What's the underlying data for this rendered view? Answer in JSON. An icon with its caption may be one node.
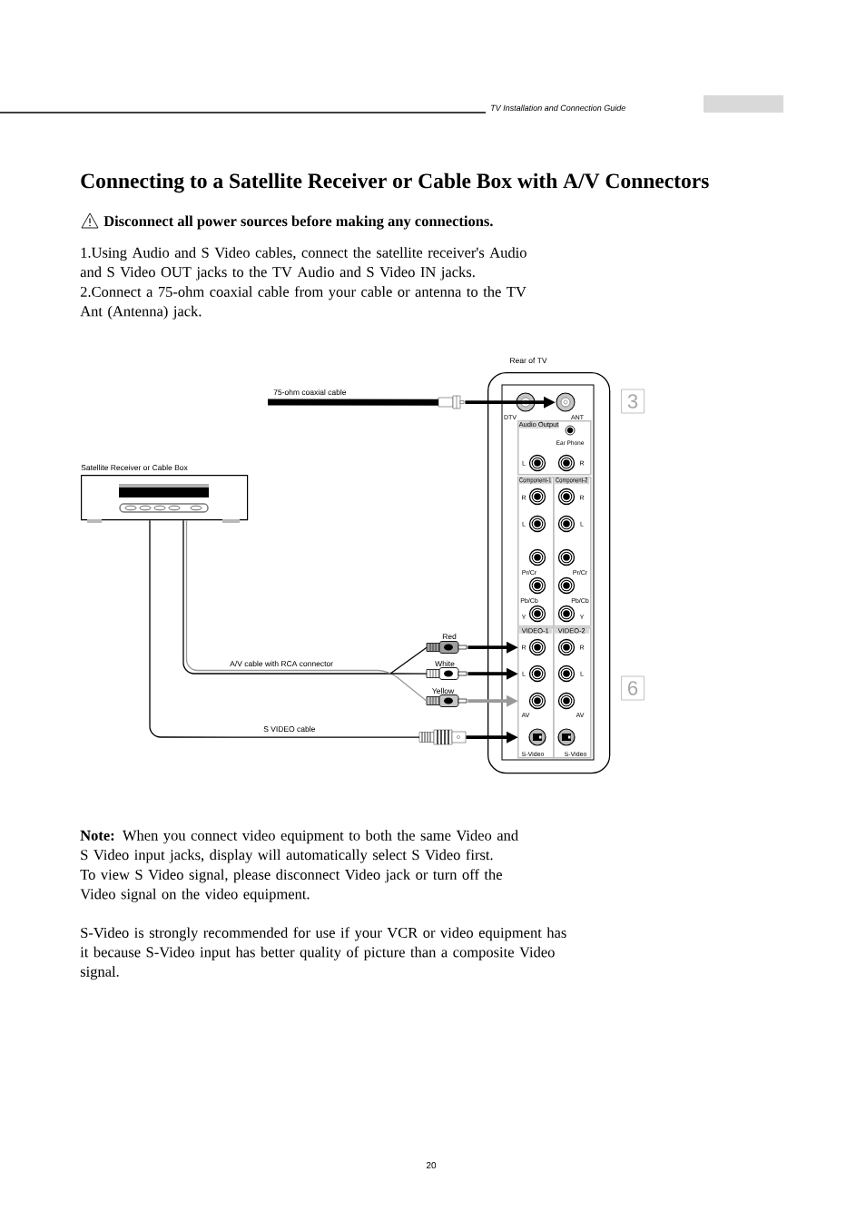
{
  "diagram": {
    "title": "Connecting to a Satellite Receiver or Cable Box with A/V Connectors",
    "nodes": [
      {
        "text": [
          "Satellite Receiver or Cable Box"
        ]
      },
      {
        "text": [
          "Rear of TV"
        ]
      },
      {
        "text": [
          "ANT"
        ],
        "in": 1
      },
      {
        "text": [
          "Audio Output"
        ],
        "in": 1
      },
      {
        "text": [
          "Component-1"
        ],
        "in": 1
      },
      {
        "text": [
          "Component-2"
        ],
        "in": 1
      },
      {
        "text": [
          "VIDEO-1"
        ],
        "in": 1
      },
      {
        "text": [
          "VIDEO-2"
        ],
        "in": 1
      },
      {
        "text": [
          "R"
        ],
        "in": 6
      },
      {
        "text": [
          "L"
        ],
        "in": 6
      },
      {
        "text": [
          "AV"
        ],
        "in": 6
      },
      {
        "text": [
          "S-Video"
        ],
        "in": 6
      },
      {
        "text": [],
        "shape": "plug"
      },
      {
        "text": [
          "Red"
        ]
      },
      {
        "text": [
          "White"
        ]
      },
      {
        "text": [
          "Yellow"
        ]
      },
      {
        "text": [],
        "shape": "plug"
      }
    ],
    "edges": [
      {
        "from": null,
        "to": 12,
        "arrow": "none",
        "label": "75-ohm coaxial cable",
        "style": "thick"
      },
      {
        "from": 12,
        "to": 2,
        "arrow": "to"
      },
      {
        "from": 0,
        "to": 13,
        "arrow": "none",
        "label": "A/V cable with RCA connector"
      },
      {
        "from": 0,
        "to": 14,
        "arrow": "none"
      },
      {
        "from": 0,
        "to": 15,
        "arrow": "none",
        "color": "#999999"
      },
      {
        "from": 0,
        "to": 16,
        "arrow": "none",
        "label": "S VIDEO cable"
      },
      {
        "from": 13,
        "to": 8,
        "arrow": "to"
      },
      {
        "from": 14,
        "to": 9,
        "arrow": "to"
      },
      {
        "from": 15,
        "to": 10,
        "arrow": "to",
        "color": "#999999"
      },
      {
        "from": 16,
        "to": 11,
        "arrow": "to"
      }
    ],
    "labels": [
      "TV Installation and Connection Guide",
      "Disconnect all power sources before making any connections.",
      "1.Using Audio and S Video cables, connect the satellite receiver's Audio and S Video OUT jacks to the TV Audio and S Video IN jacks.",
      "2.Connect a 75-ohm coaxial cable from your cable or antenna to the TV Ant (Antenna) jack.",
      "3",
      "DTV",
      "Ear Phone",
      "L",
      "R",
      "R",
      "R",
      "L",
      "L",
      "Pr/Cr",
      "Pr/Cr",
      "Pb/Cb",
      "Pb/Cb",
      "Y",
      "Y",
      "R",
      "L",
      "6",
      "AV",
      "S-Video",
      "**Note:** When you connect video equipment to both the same Video and S Video input jacks, display will automatically select S Video first.",
      "To view S Video signal, please disconnect Video jack or turn off the Video signal on the video equipment.",
      "S-Video is strongly recommended for use if your VCR or video equipment has it because S-Video input has better quality of picture than a composite Video signal.",
      "20"
    ]
  }
}
